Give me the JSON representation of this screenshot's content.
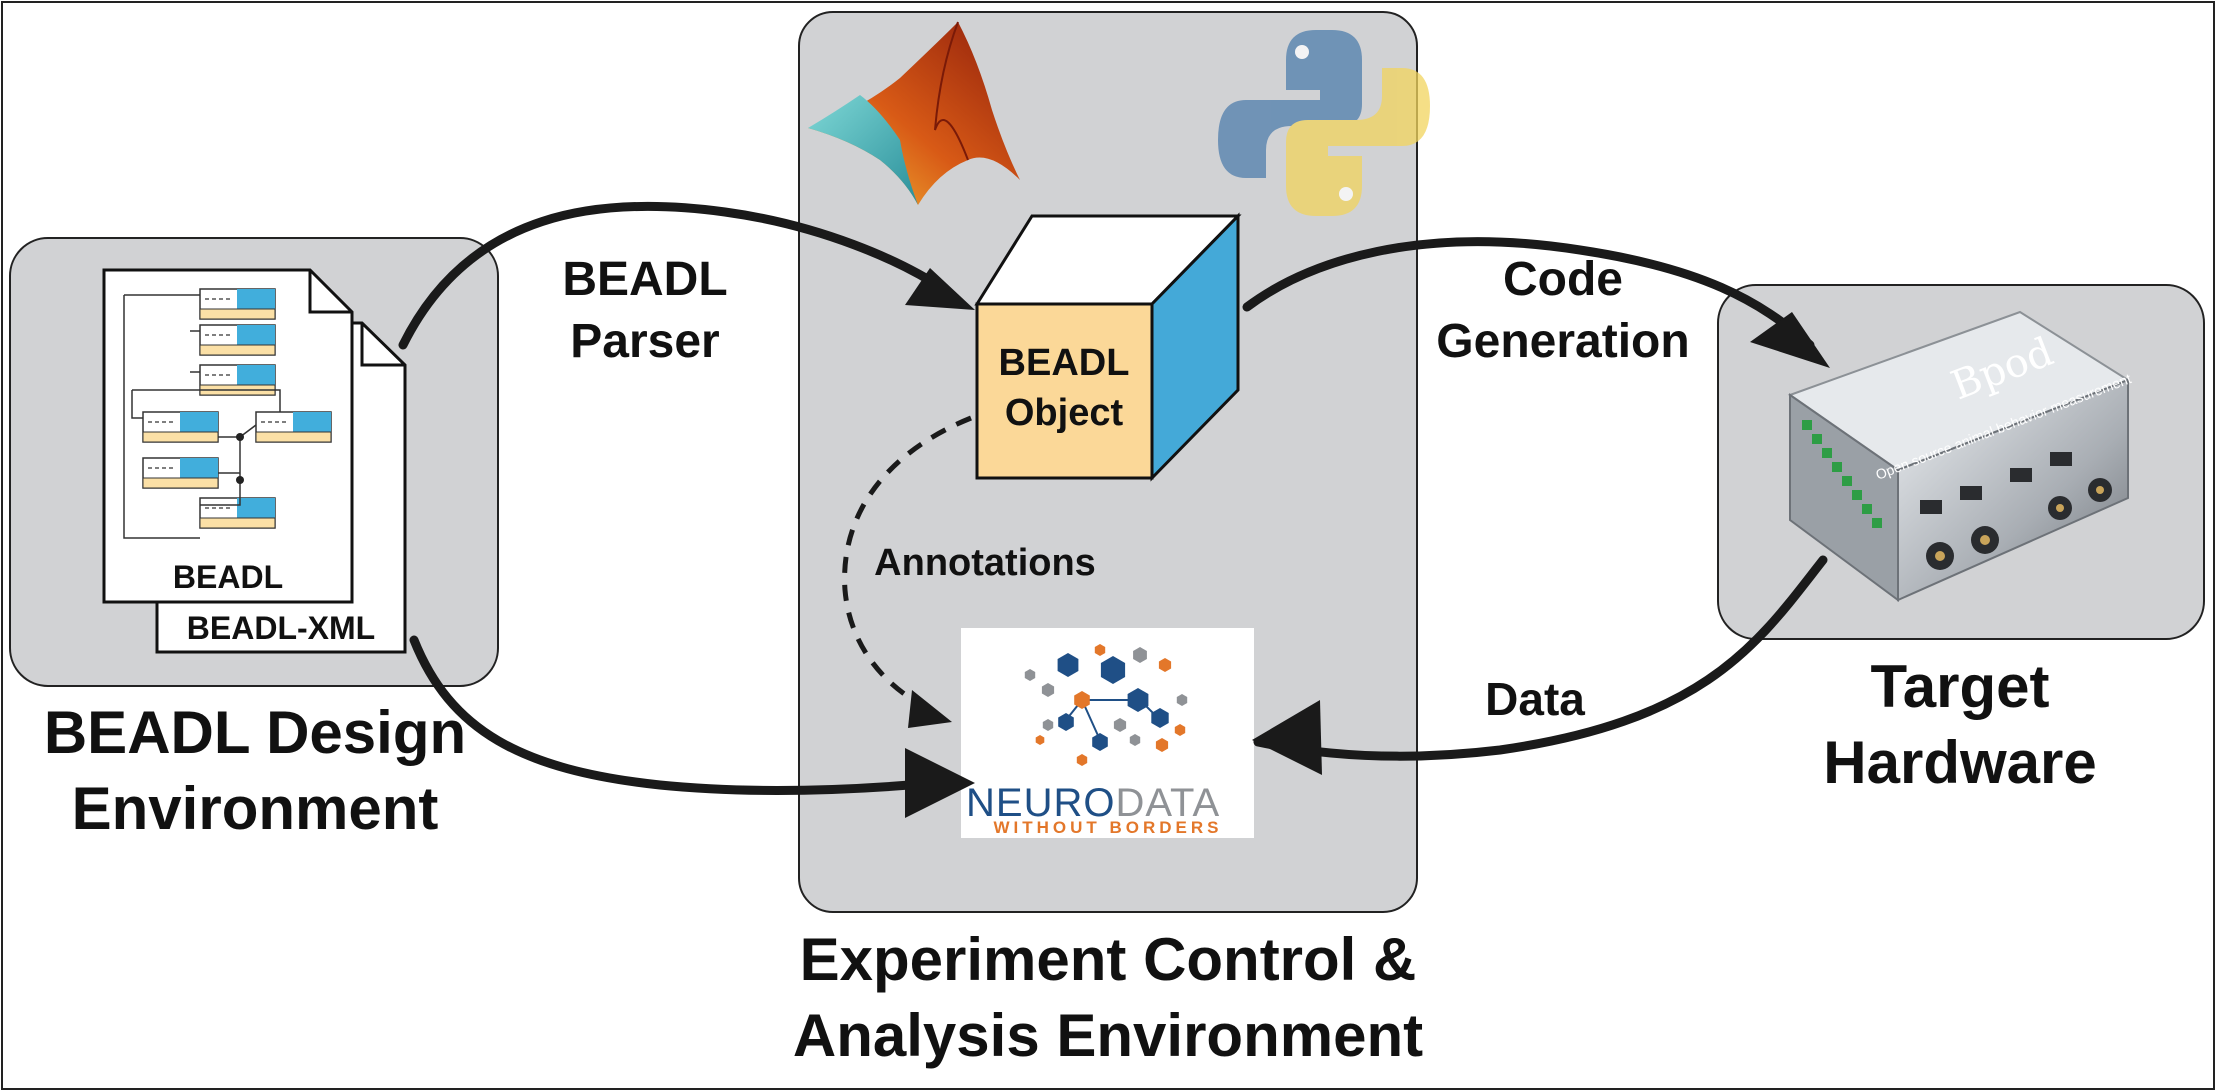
{
  "colors": {
    "panel": "#d1d2d4",
    "panel_stroke": "#222222",
    "arrow": "#1a1a1a",
    "cube_front": "#fbd898",
    "cube_side": "#44a9d8",
    "xml_header": "#41aedc",
    "xml_body": "#fbe0a6",
    "nwb_blue": "#1f4f86",
    "nwb_orange": "#e3772a",
    "nwb_gray": "#8f9296",
    "python_blue": "#6b97bf",
    "python_yellow": "#f6df88"
  },
  "panels": {
    "design": {
      "title_line1": "BEADL Design",
      "title_line2": "Environment"
    },
    "control": {
      "title_line1": "Experiment Control &",
      "title_line2": "Analysis Environment"
    },
    "hardware": {
      "title_line1": "Target",
      "title_line2": "Hardware"
    }
  },
  "documents": {
    "front_label": "BEADL",
    "back_label": "BEADL-XML"
  },
  "cube": {
    "line1": "BEADL",
    "line2": "Object"
  },
  "arrows": {
    "parser_line1": "BEADL",
    "parser_line2": "Parser",
    "codegen_line1": "Code",
    "codegen_line2": "Generation",
    "annotations": "Annotations",
    "data": "Data"
  },
  "nwb": {
    "word_part1": "NEURO",
    "word_part2": "DATA",
    "tagline": "WITHOUT BORDERS"
  },
  "device": {
    "brand": "Bpod",
    "tagline": "Open source animal behavior measurement"
  },
  "icons": {
    "matlab": "matlab-logo-icon",
    "python": "python-logo-icon",
    "nwb": "neurodata-without-borders-logo",
    "device": "bpod-device-image"
  }
}
